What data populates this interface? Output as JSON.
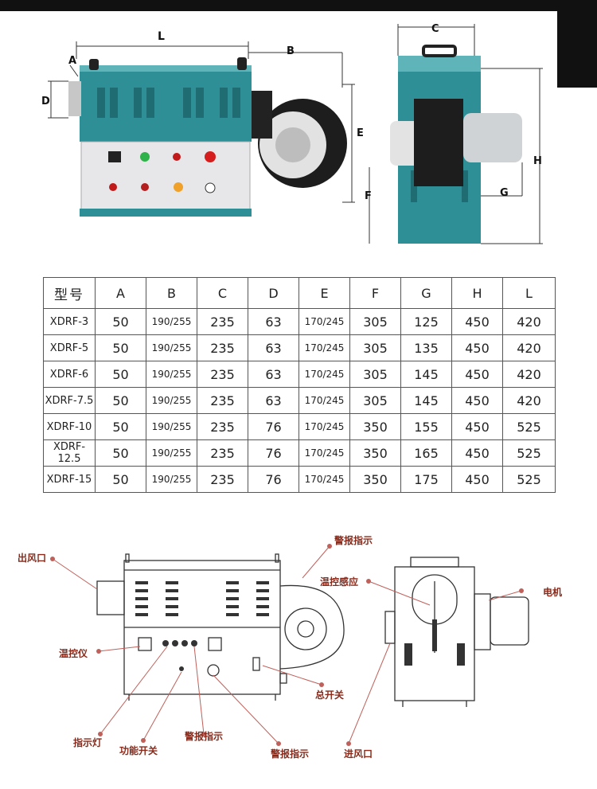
{
  "photo_labels": {
    "left": {
      "L": "L",
      "A": "A",
      "B": "B",
      "D": "D",
      "E": "E"
    },
    "right": {
      "C": "C",
      "H": "H",
      "F": "F",
      "G": "G"
    }
  },
  "spec_table": {
    "headers": [
      "型号",
      "A",
      "B",
      "C",
      "D",
      "E",
      "F",
      "G",
      "H",
      "L"
    ],
    "rows": [
      [
        "XDRF-3",
        "50",
        "190/255",
        "235",
        "63",
        "170/245",
        "305",
        "125",
        "450",
        "420"
      ],
      [
        "XDRF-5",
        "50",
        "190/255",
        "235",
        "63",
        "170/245",
        "305",
        "135",
        "450",
        "420"
      ],
      [
        "XDRF-6",
        "50",
        "190/255",
        "235",
        "63",
        "170/245",
        "305",
        "145",
        "450",
        "420"
      ],
      [
        "XDRF-7.5",
        "50",
        "190/255",
        "235",
        "63",
        "170/245",
        "305",
        "145",
        "450",
        "420"
      ],
      [
        "XDRF-10",
        "50",
        "190/255",
        "235",
        "76",
        "170/245",
        "350",
        "155",
        "450",
        "525"
      ],
      [
        "XDRF-12.5",
        "50",
        "190/255",
        "235",
        "76",
        "170/245",
        "350",
        "165",
        "450",
        "525"
      ],
      [
        "XDRF-15",
        "50",
        "190/255",
        "235",
        "76",
        "170/245",
        "350",
        "175",
        "450",
        "525"
      ]
    ]
  },
  "diagram_labels": {
    "outlet": "出风口",
    "alarm_top": "警报指示",
    "temp_sensor": "温控感应",
    "motor": "电机",
    "thermostat": "温控仪",
    "main_switch": "总开关",
    "indicator": "指示灯",
    "function_switch": "功能开关",
    "alarm_mid": "警报指示",
    "alarm_bottom": "警报指示",
    "inlet": "进风口"
  },
  "colors": {
    "casing": "#2e8f96",
    "label_red": "#8a2a1a",
    "line_red": "#c0605a"
  }
}
